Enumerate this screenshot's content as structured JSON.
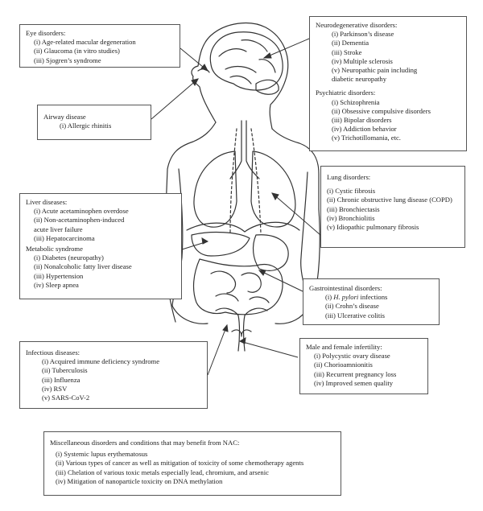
{
  "eye": {
    "title": "Eye disorders:",
    "items": [
      "(i) Age-related macular degeneration",
      "(ii) Glaucoma (in vitro studies)",
      "(iii) Sjogren’s syndrome"
    ]
  },
  "airway": {
    "title": "Airway disease",
    "items": [
      "(i) Allergic rhinitis"
    ]
  },
  "neuro": {
    "title": "Neurodegenerative disorders:",
    "items": [
      "(i) Parkinson’s disease",
      "(ii) Dementia",
      "(iii) Stroke",
      "(iv) Multiple sclerosis",
      "(v) Neuropathic pain including"
    ],
    "item5_cont": "diabetic neuropathy",
    "psych_title": "Psychiatric disorders:",
    "psych_items": [
      "(i) Schizophrenia",
      "(ii) Obsessive compulsive disorders",
      "(iii) Bipolar disorders",
      "(iv) Addiction behavior",
      "(v) Trichotillomania, etc."
    ]
  },
  "lung": {
    "title": "Lung disorders:",
    "items": [
      "(i) Cystic fibrosis",
      "(ii) Chronic obstructive lung disease (COPD)",
      "(iii) Bronchiectasis",
      "(iv) Bronchiolitis",
      "(v) Idiopathic pulmonary fibrosis"
    ]
  },
  "liver": {
    "title": "Liver diseases:",
    "items": [
      "(i) Acute acetaminophen overdose",
      "(ii) Non-acetaminophen-induced"
    ],
    "item2_cont": "acute liver failure",
    "item3": "(iii) Hepatocarcinoma",
    "meta_title": "Metabolic syndrome",
    "meta_items": [
      "(i) Diabetes (neuropathy)",
      "(ii) Nonalcoholic fatty liver disease",
      "(iii) Hypertension",
      "(iv) Sleep apnea"
    ]
  },
  "gi": {
    "title": "Gastrointestinal disorders:",
    "item1_prefix": "(i) ",
    "item1_italic": "H. pylori",
    "item1_suffix": " infections",
    "items": [
      "(ii) Crohn’s disease",
      "(iii) Ulcerative colitis"
    ]
  },
  "infertility": {
    "title": "Male and female infertility:",
    "items": [
      "(i) Polycystic ovary disease",
      "(ii) Chorioamnionitis",
      "(iii) Recurrent pregnancy loss",
      "(iv) Improved semen quality"
    ]
  },
  "infect": {
    "title": "Infectious diseases:",
    "items": [
      "(i) Acquired immune deficiency syndrome",
      "(ii) Tuberculosis",
      "(iii) Influenza",
      "(iv) RSV",
      "(v) SARS-CoV-2"
    ]
  },
  "misc": {
    "title": "Miscellaneous disorders and conditions that may benefit from NAC:",
    "items": [
      "(i) Systemic lupus erythematosus",
      "(ii) Various types of cancer as well as mitigation of toxicity of some chemotherapy agents",
      "(iii) Chelation of various toxic metals especially lead, chromium, and arsenic",
      "(iv) Mitigation of nanoparticle toxicity on DNA methylation"
    ]
  }
}
